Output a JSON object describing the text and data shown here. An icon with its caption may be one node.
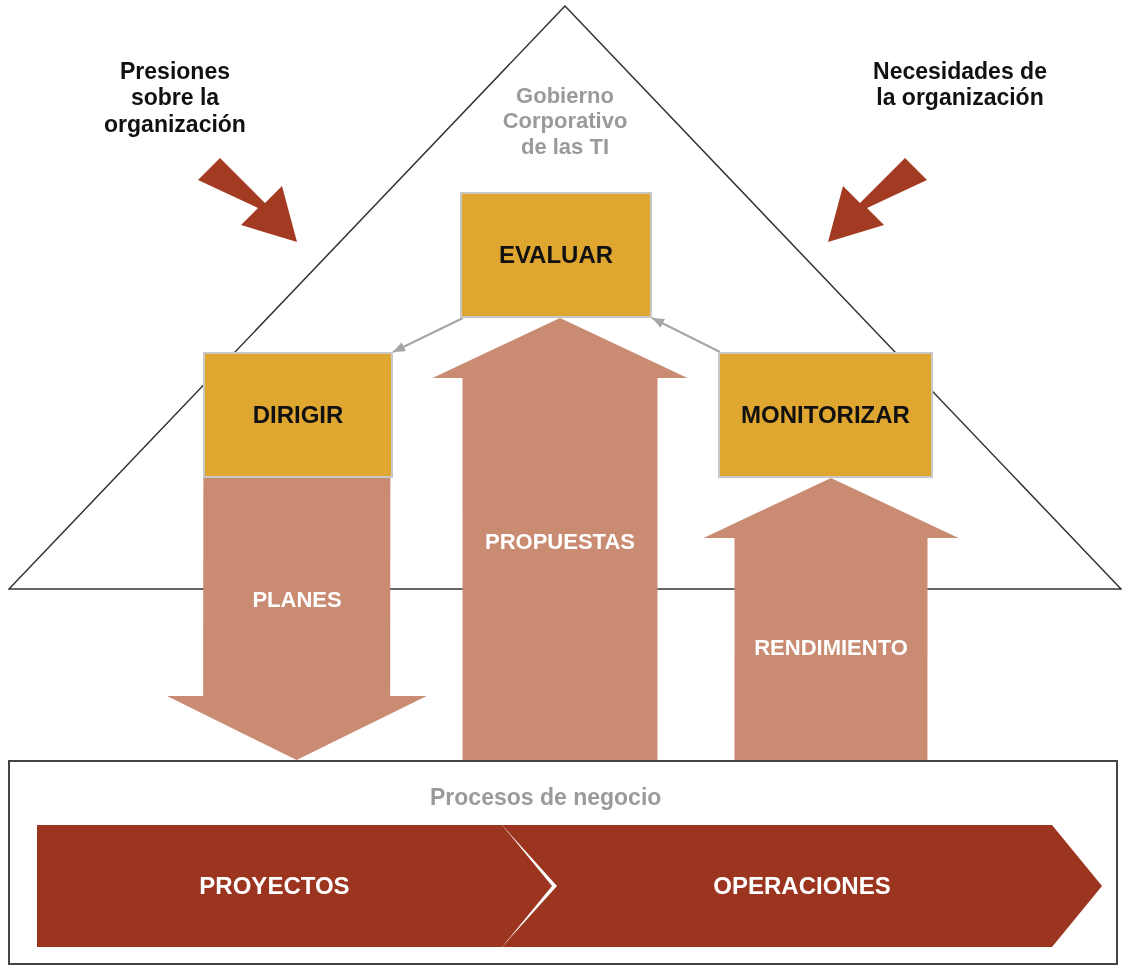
{
  "diagram": {
    "nodes": [
      {
        "text": [
          "Gobierno Corporativo de las TI"
        ]
      },
      {
        "text": [
          "EVALUAR"
        ],
        "in": 0
      },
      {
        "text": [
          "DIRIGIR"
        ],
        "in": 0
      },
      {
        "text": [
          "MONITORIZAR"
        ],
        "in": 0
      },
      {
        "text": [
          "Procesos de negocio"
        ]
      },
      {
        "text": [
          "PROYECTOS"
        ],
        "in": 4
      },
      {
        "text": [
          "OPERACIONES"
        ],
        "in": 4
      }
    ],
    "edges": [
      {
        "from": 1,
        "to": 2,
        "arrow": "to",
        "color": "#a6a6a6"
      },
      {
        "from": 3,
        "to": 1,
        "arrow": "to",
        "color": "#a6a6a6"
      },
      {
        "from": 2,
        "to": 4,
        "arrow": "to",
        "label": "PLANES"
      },
      {
        "from": 4,
        "to": 1,
        "arrow": "to",
        "label": "PROPUESTAS"
      },
      {
        "from": 4,
        "to": 3,
        "arrow": "to",
        "label": "RENDIMIENTO"
      }
    ],
    "labels": [
      "Presiones sobre la organización",
      "Necesidades de la organización"
    ]
  }
}
